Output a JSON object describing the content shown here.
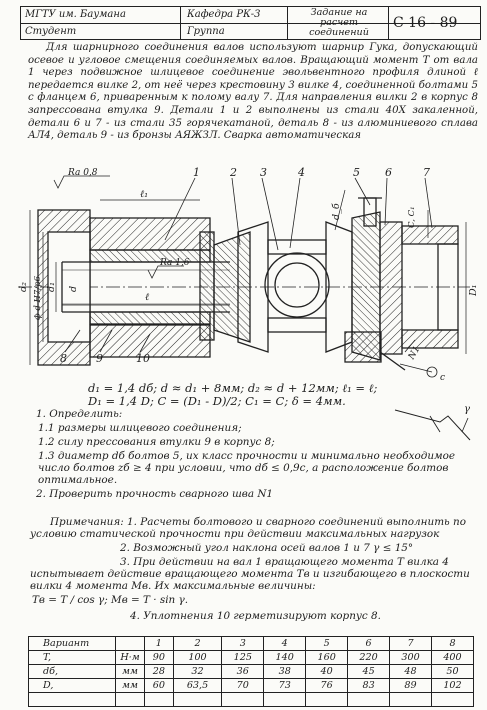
{
  "header": {
    "university": "МГТУ им. Баумана",
    "student": "Студент",
    "department": "Кафедра РК-3",
    "group": "Группа",
    "task_line1": "Задание на",
    "task_line2": "расчет",
    "task_line3": "соединений",
    "code": "С 16 - 89"
  },
  "description": "Для шарнирного соединения валов используют шарнир Гука, допускающий осевое и угловое смещения соединяемых валов. Вращающий момент T от вала 1 через подвижное шлицевое соединение эвольвентного профиля длиной ℓ передается вилке 2, от неё через крестовину 3 вилке 4, соединенной болтами 5 с фланцем 6, приваренным к полому валу 7. Для направления вилки 2 в корпус 8 запрессована втулка 9. Детали 1 и 2 выполнены из стали 40Х закаленной, детали 6 и 7 - из стали 35 горячекатаной, деталь 8 - из алюминиевого сплава АЛ4, деталь 9 - из бронзы АЯЖЗЛ. Сварка автоматическая",
  "drawing": {
    "callouts": [
      "1",
      "2",
      "3",
      "4",
      "5",
      "6",
      "7",
      "8",
      "9",
      "10"
    ],
    "roughness1": "Ra 0,8",
    "roughness2": "Ra 1,6",
    "l1": "ℓ₁",
    "l": "ℓ",
    "d2": "d₂",
    "fit": "ф d H7/p6",
    "d1": "d₁",
    "d": "d",
    "dbolt": "d_б",
    "c": "C, C₁",
    "D1": "D₁",
    "weld": "N1",
    "weld_c": "c",
    "gamma": "γ"
  },
  "formulas": [
    "d₁ = 1,4 dб;  d ≈ d₁ + 8мм;  d₂ ≈ d + 12мм;  ℓ₁ = ℓ;",
    "D₁ = 1,4 D;  C = (D₁ - D)/2;  C₁ = C;  δ = 4мм."
  ],
  "tasks": {
    "heading": "1. Определить:",
    "items": [
      "1.1 размеры шлицевого соединения;",
      "1.2 силу прессования втулки 9 в корпус 8;",
      "1.3 диаметр dб болтов 5, их класс прочности и минимально необходимое число болтов zб ≥ 4 при условии, что dб ≤ 0,9c, а расположение болтов оптимальное."
    ],
    "item2": "2. Проверить прочность сварного шва N1"
  },
  "notes": [
    "Примечания: 1. Расчеты болтового и сварного соединений выполнить по условию статической прочности при действии максимальных нагрузок",
    "2. Возможный угол наклона осей валов 1 и 7 γ ≤ 15°",
    "3. При действии на вал 1 вращающего момента T вилка 4 испытывает действие вращающего момента Tв и изгибающего в плоскости вилки 4 момента Mв. Их максимальные величины:",
    "Tв = T / cos γ;   Mв = T · sin γ.",
    "4. Уплотнения 10 герметизируют корпус 8."
  ],
  "table": {
    "header": [
      "Вариант",
      "",
      "1",
      "2",
      "3",
      "4",
      "5",
      "6",
      "7",
      "8"
    ],
    "rows": [
      [
        "T,",
        "Н·м",
        "90",
        "100",
        "125",
        "140",
        "160",
        "220",
        "300",
        "400"
      ],
      [
        "dб,",
        "мм",
        "28",
        "32",
        "36",
        "38",
        "40",
        "45",
        "48",
        "50"
      ],
      [
        "D,",
        "мм",
        "60",
        "63,5",
        "70",
        "73",
        "76",
        "83",
        "89",
        "102"
      ],
      [
        "",
        "",
        "",
        "",
        "",
        "",
        "",
        "",
        "",
        ""
      ]
    ]
  }
}
